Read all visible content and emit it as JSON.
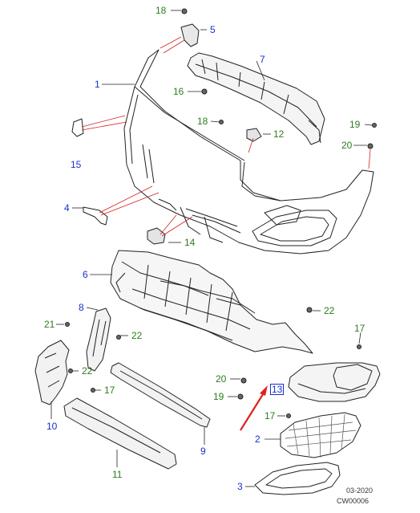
{
  "callouts": [
    {
      "id": "c18a",
      "text": "18",
      "color": "green"
    },
    {
      "id": "c5",
      "text": "5",
      "color": "blue"
    },
    {
      "id": "c7",
      "text": "7",
      "color": "blue"
    },
    {
      "id": "c1",
      "text": "1",
      "color": "blue"
    },
    {
      "id": "c16",
      "text": "16",
      "color": "green"
    },
    {
      "id": "c18b",
      "text": "18",
      "color": "green"
    },
    {
      "id": "c12",
      "text": "12",
      "color": "green"
    },
    {
      "id": "c19a",
      "text": "19",
      "color": "green"
    },
    {
      "id": "c20a",
      "text": "20",
      "color": "green"
    },
    {
      "id": "c15",
      "text": "15",
      "color": "blue"
    },
    {
      "id": "c4",
      "text": "4",
      "color": "blue"
    },
    {
      "id": "c14",
      "text": "14",
      "color": "green"
    },
    {
      "id": "c6",
      "text": "6",
      "color": "blue"
    },
    {
      "id": "c8",
      "text": "8",
      "color": "blue"
    },
    {
      "id": "c22a",
      "text": "22",
      "color": "green"
    },
    {
      "id": "c21",
      "text": "21",
      "color": "green"
    },
    {
      "id": "c22b",
      "text": "22",
      "color": "green"
    },
    {
      "id": "c22c",
      "text": "22",
      "color": "green"
    },
    {
      "id": "c17a",
      "text": "17",
      "color": "green"
    },
    {
      "id": "c17b",
      "text": "17",
      "color": "green"
    },
    {
      "id": "c20b",
      "text": "20",
      "color": "green"
    },
    {
      "id": "c19b",
      "text": "19",
      "color": "green"
    },
    {
      "id": "c13",
      "text": "13",
      "color": "blue",
      "boxed": true
    },
    {
      "id": "c17c",
      "text": "17",
      "color": "green"
    },
    {
      "id": "c10",
      "text": "10",
      "color": "blue"
    },
    {
      "id": "c2",
      "text": "2",
      "color": "blue"
    },
    {
      "id": "c9",
      "text": "9",
      "color": "blue"
    },
    {
      "id": "c11",
      "text": "11",
      "color": "green"
    },
    {
      "id": "c3",
      "text": "3",
      "color": "blue"
    }
  ],
  "footer": {
    "date": "03-2020",
    "code": "CW00006"
  },
  "colors": {
    "part_number_blue": "#1a2fd0",
    "fastener_green": "#2d7d1f",
    "leader_red": "#d42020",
    "highlight_arrow": "#e02020"
  }
}
